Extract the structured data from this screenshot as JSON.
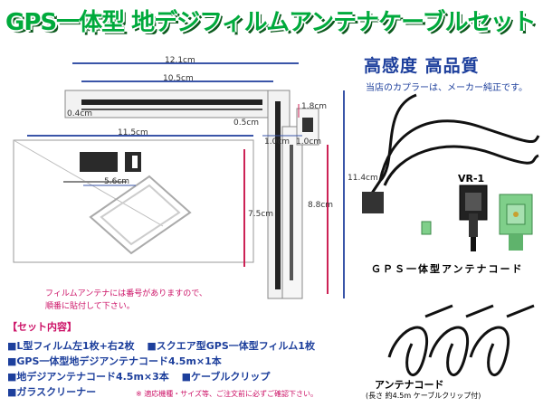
{
  "title": "GPS一体型  地デジフィルムアンテナケーブルセット",
  "quality_label": "高感度  高品質",
  "coupler_note": "当店のカプラーは、メーカー純正です。",
  "dimensions": {
    "d_12_1": "12.1cm",
    "d_10_5": "10.5cm",
    "d_0_4": "0.4cm",
    "d_1_8": "1.8cm",
    "d_0_5": "0.5cm",
    "d_1_0a": "1.0cm",
    "d_1_0b": "1.0cm",
    "d_11_5": "11.5cm",
    "d_5_6": "5.6cm",
    "d_7_5": "7.5cm",
    "d_8_8": "8.8cm",
    "d_11_4": "11.4cm"
  },
  "film_note": [
    "フィルムアンテナには番号がありますので、",
    "順番に貼付して下さい。"
  ],
  "set_title": "【セット内容】",
  "set_items": [
    [
      "■L型フィルム左1枚+右2枚",
      "■スクエア型GPS一体型フィルム1枚"
    ],
    [
      "■GPS一体型地デジアンテナコード4.5m×1本"
    ],
    [
      "■地デジアンテナコード4.5m×3本",
      "■ケーブルクリップ"
    ],
    [
      "■ガラスクリーナー"
    ]
  ],
  "caution": "※ 適応機種・サイズ等、ご注文前に必ずご確認下さい。",
  "vr1_label": "VR-1",
  "gps_cord_caption": "ＧＰＳ一体型アンテナコード",
  "antenna_cord_caption": "アンテナコード",
  "antenna_cord_sub": "(長さ 約4.5m  ケーブルクリップ付)",
  "colors": {
    "title_green": "#00aa3c",
    "navy": "#1d3f9c",
    "pink": "#cc1166",
    "connector_green": "#7fcf8a"
  }
}
